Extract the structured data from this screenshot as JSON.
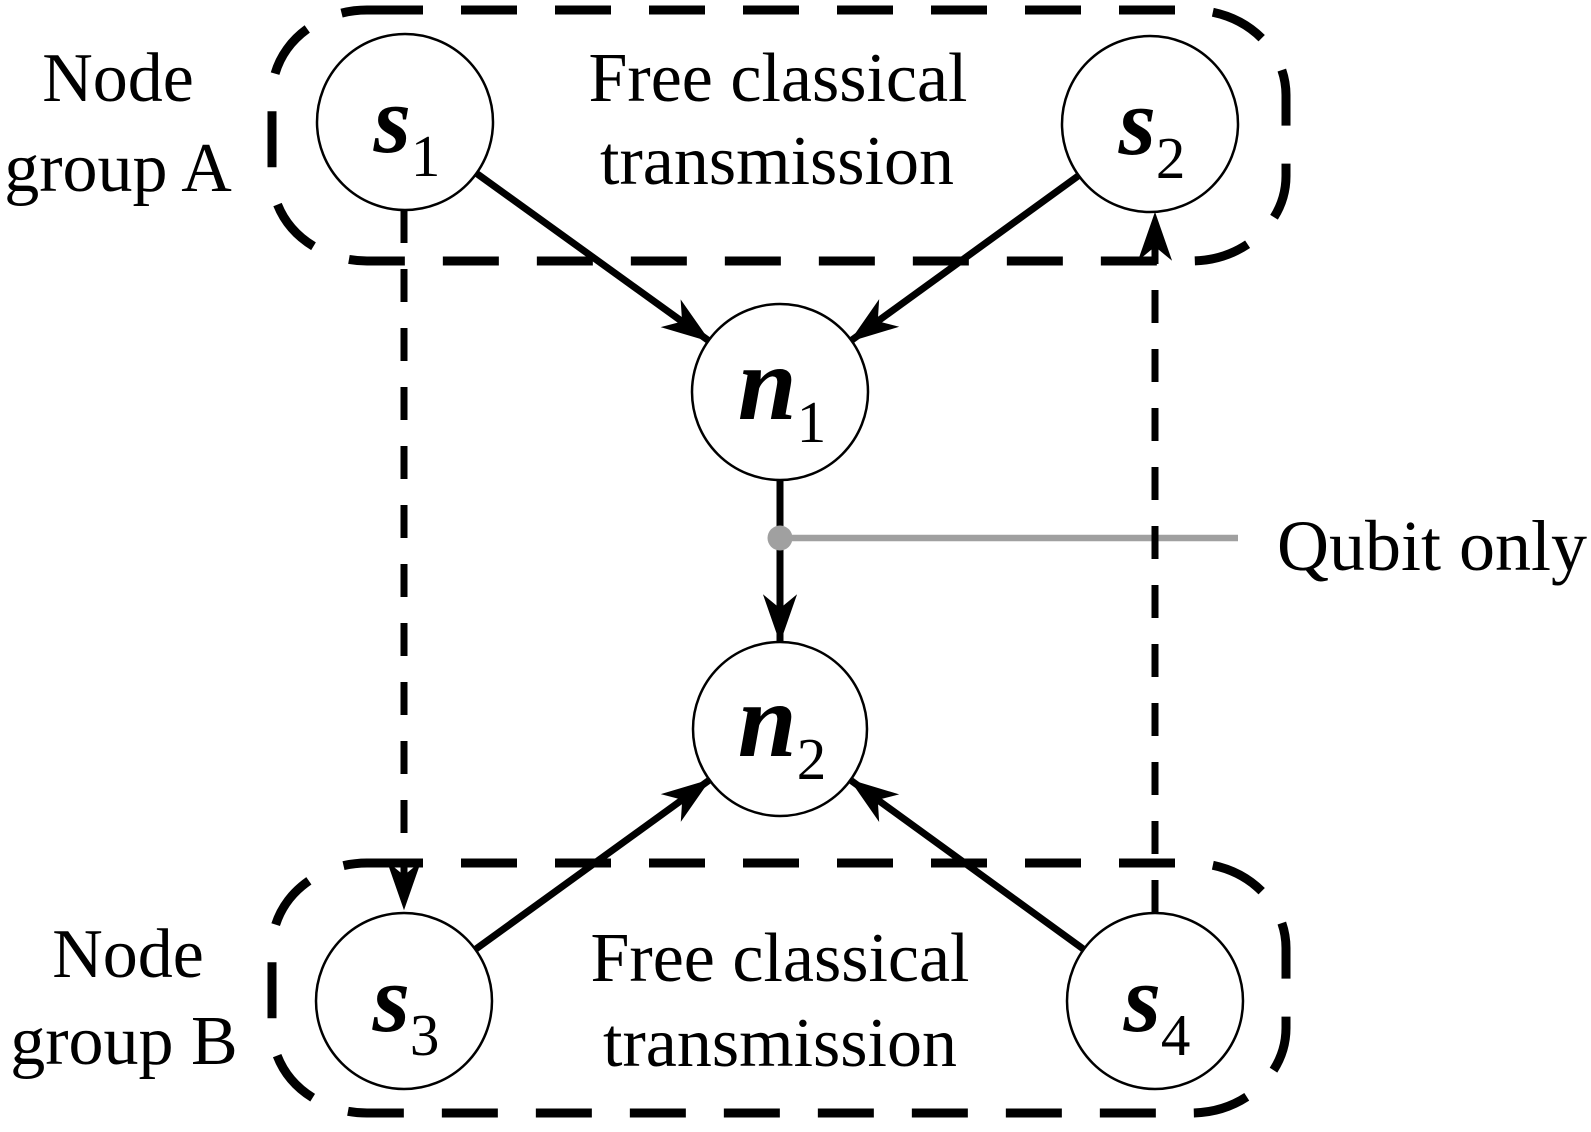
{
  "figure": {
    "background": "#ffffff",
    "line_color": "#000000",
    "gray_color": "#a0a0a0"
  },
  "groups": [
    {
      "id": "A",
      "name_line1": "Node",
      "name_line2": "group A",
      "caption_line1": "Free classical",
      "caption_line2": "transmission"
    },
    {
      "id": "B",
      "name_line1": "Node",
      "name_line2": "group B",
      "caption_line1": "Free classical",
      "caption_line2": "transmission"
    }
  ],
  "nodes": [
    {
      "id": "s1",
      "letter": "s",
      "subscript": "1",
      "group": "A"
    },
    {
      "id": "s2",
      "letter": "s",
      "subscript": "2",
      "group": "A"
    },
    {
      "id": "n1",
      "letter": "n",
      "subscript": "1",
      "group": ""
    },
    {
      "id": "n2",
      "letter": "n",
      "subscript": "2",
      "group": ""
    },
    {
      "id": "s3",
      "letter": "s",
      "subscript": "3",
      "group": "B"
    },
    {
      "id": "s4",
      "letter": "s",
      "subscript": "4",
      "group": "B"
    }
  ],
  "solid_arrows": [
    {
      "from": "s1",
      "to": "n1"
    },
    {
      "from": "s2",
      "to": "n1"
    },
    {
      "from": "n1",
      "to": "n2"
    },
    {
      "from": "s3",
      "to": "n2"
    },
    {
      "from": "s4",
      "to": "n2"
    }
  ],
  "dashed_arrows": [
    {
      "from": "s1",
      "to": "s3"
    },
    {
      "from": "s4",
      "to": "s2"
    }
  ],
  "annotation": {
    "label": "Qubit only",
    "points_to": "midpoint of n1-n2 edge"
  }
}
